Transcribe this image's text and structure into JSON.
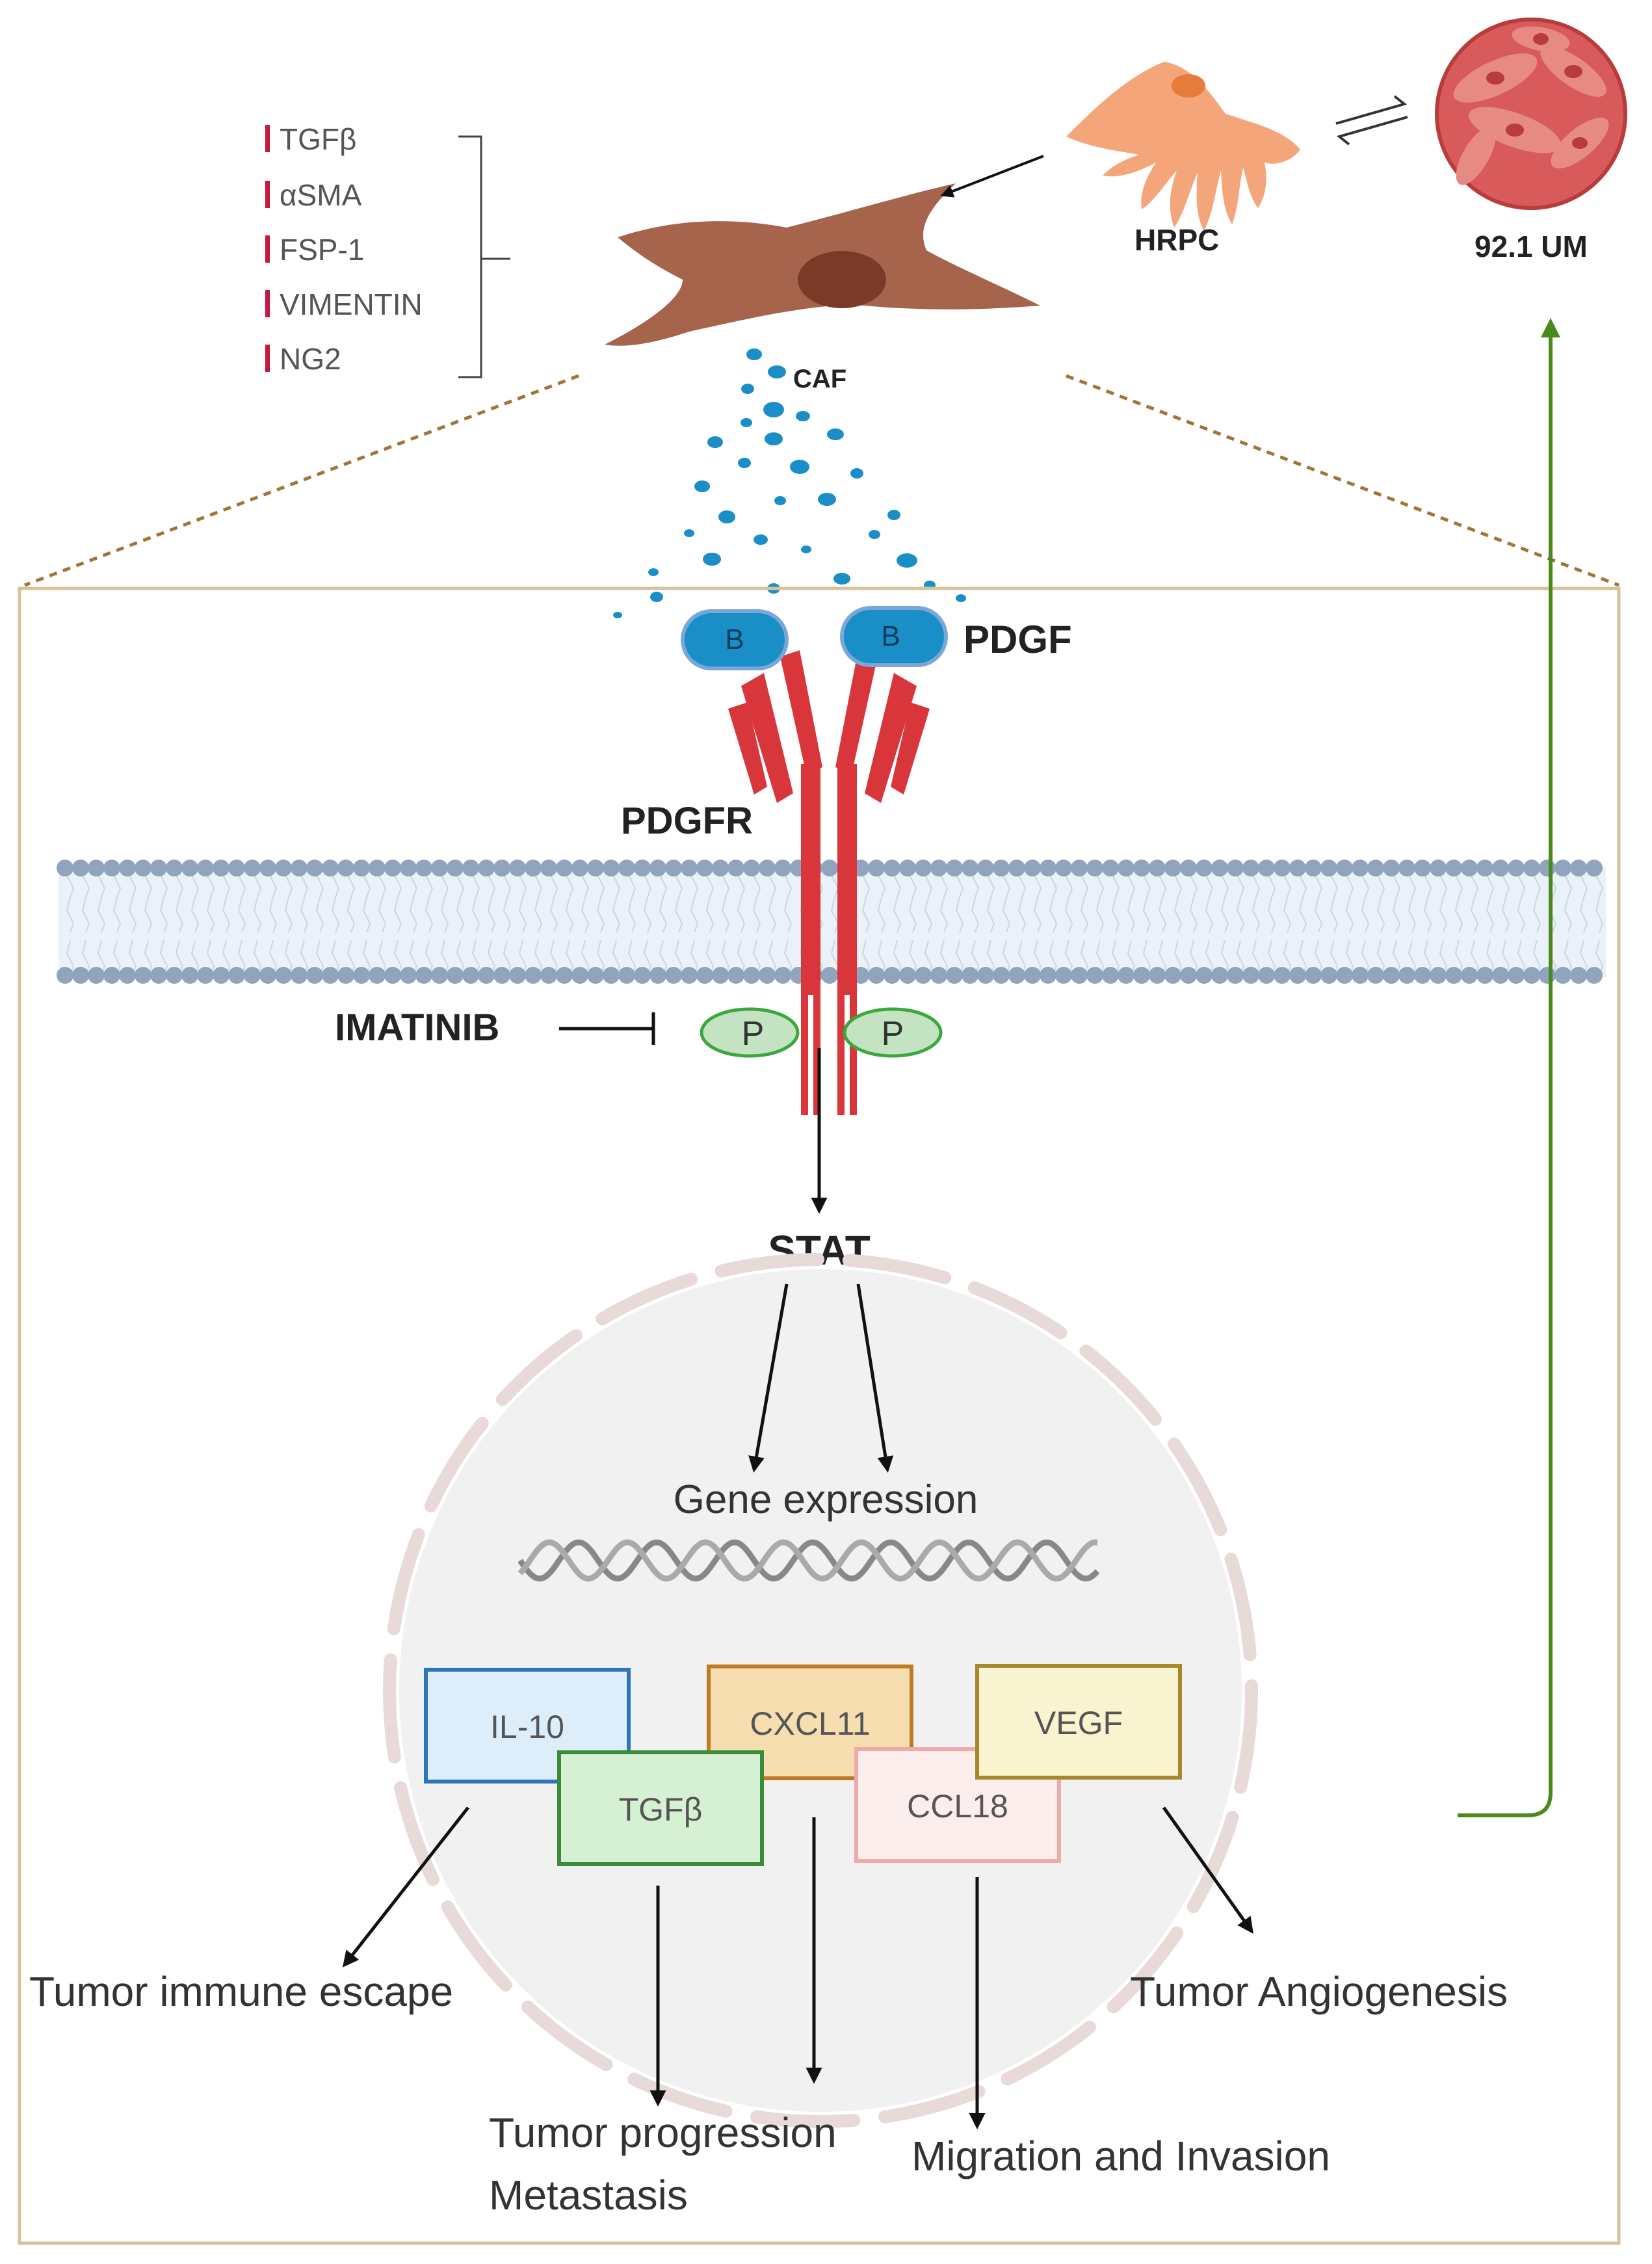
{
  "markers": {
    "items": [
      "TGFβ",
      "αSMA",
      "FSP-1",
      "VIMENTIN",
      "NG2"
    ],
    "tick_color": "#c8173c"
  },
  "cells": {
    "caf_label": "CAF",
    "hrpc_label": "HRPC",
    "um_label": "92.1 UM"
  },
  "receptor": {
    "ligand_letter": "B",
    "ligand_label": "PDGF",
    "receptor_label": "PDGFR",
    "phospho_letter": "P",
    "inhibitor_label": "IMATINIB",
    "stat_label": "STAT"
  },
  "nucleus": {
    "gene_expression_label": "Gene expression",
    "factors": [
      {
        "label": "IL-10",
        "fill": "#ddeefa",
        "stroke": "#2f74b5"
      },
      {
        "label": "TGFβ",
        "fill": "#d6f0d4",
        "stroke": "#3a8c3a"
      },
      {
        "label": "CXCL11",
        "fill": "#f6deb0",
        "stroke": "#c07a25"
      },
      {
        "label": "CCL18",
        "fill": "#fdeeee",
        "stroke": "#eeaaaa"
      },
      {
        "label": "VEGF",
        "fill": "#f9f3d0",
        "stroke": "#a8872e"
      }
    ]
  },
  "outcomes": {
    "immune_escape": "Tumor immune escape",
    "progression_line1": "Tumor progression",
    "progression_line2": "Metastasis",
    "migration": "Migration and Invasion",
    "angiogenesis": "Tumor Angiogenesis"
  },
  "colors": {
    "receptor": "#d9363c",
    "ligand": "#1a8fc7",
    "membrane_head": "#90a4bd",
    "phospho_fill": "#c3e3c2",
    "phospho_stroke": "#3aa83a",
    "frame": "#d7c39b",
    "feedback_arrow": "#4a8a1c",
    "caf_cell": "#a6644d",
    "hrpc_cell": "#f5a57a",
    "um_cell": "#d85a5a"
  }
}
